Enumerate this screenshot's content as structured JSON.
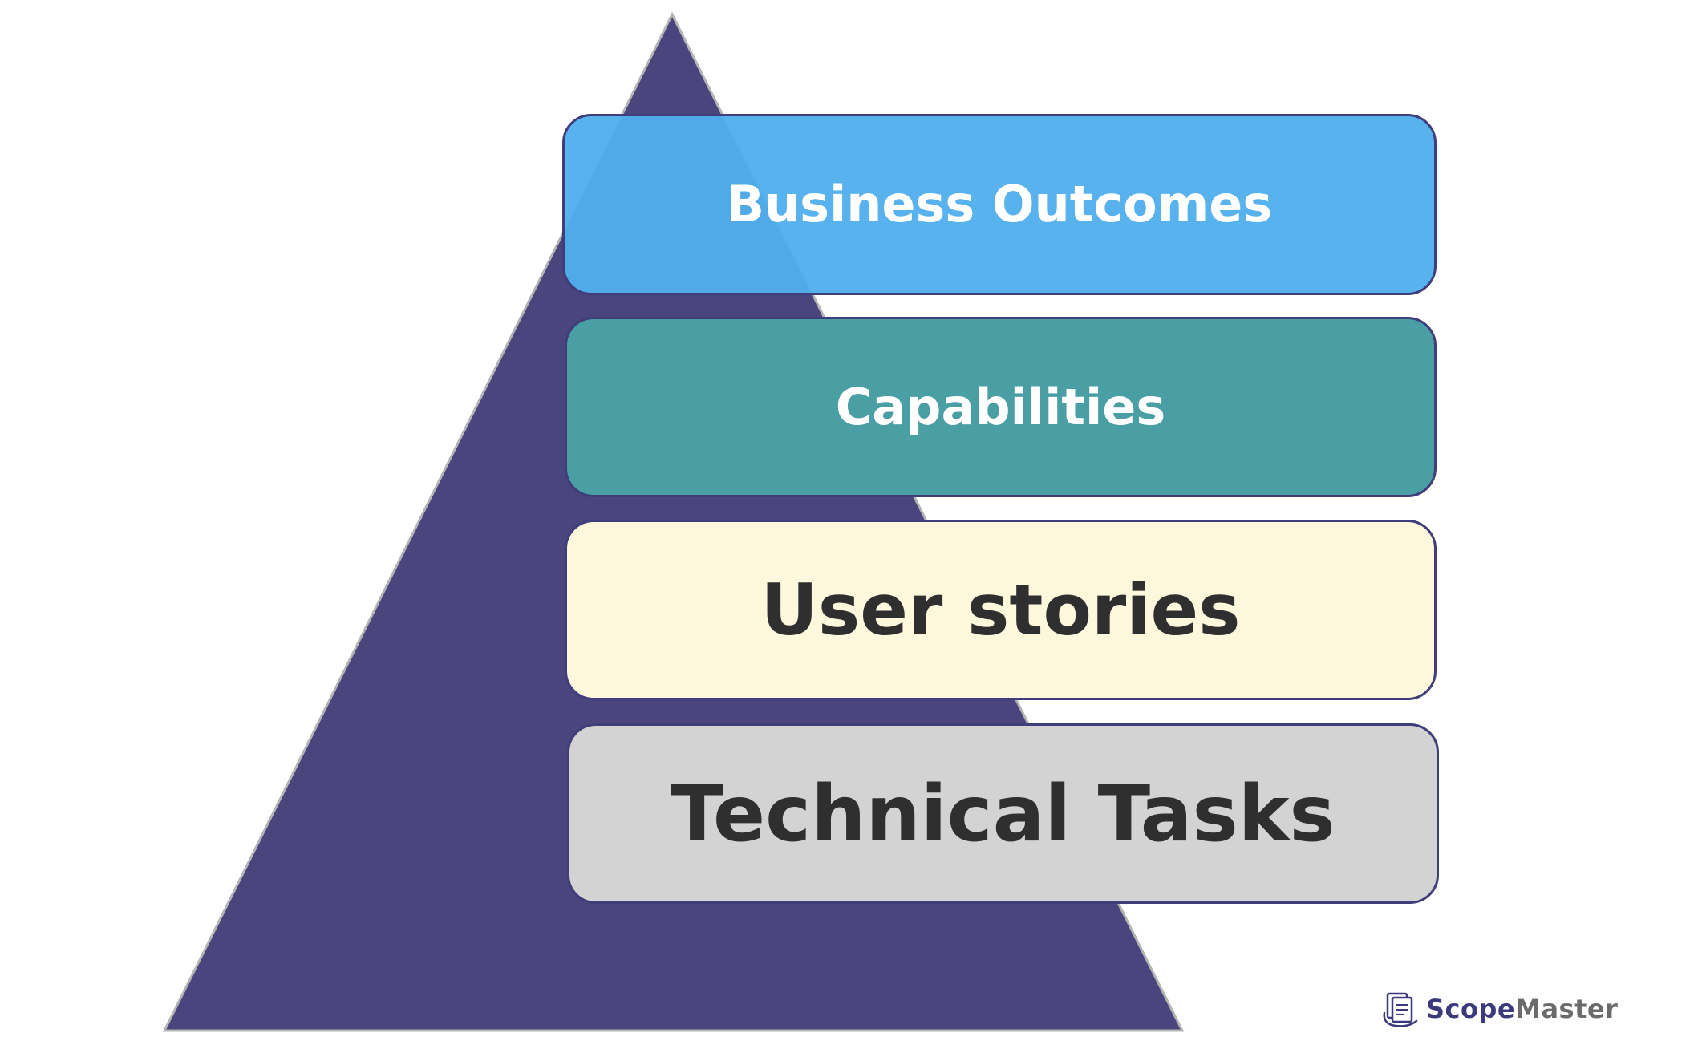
{
  "diagram": {
    "type": "pyramid",
    "pyramid_color": "#4a457d",
    "layers": [
      {
        "label": "Business Outcomes",
        "fill": "#4fafec",
        "text_color": "#ffffff"
      },
      {
        "label": "Capabilities",
        "fill": "#4a9fa4",
        "text_color": "#ffffff"
      },
      {
        "label": "User stories",
        "fill": "#fdf7dc",
        "text_color": "#2f2f2f"
      },
      {
        "label": "Technical Tasks",
        "fill": "#d3d3d3",
        "text_color": "#2f2f2f"
      }
    ],
    "layer_border_color": "#3f3d7a"
  },
  "brand": {
    "name_part_1": "Scope",
    "name_part_2": "Master",
    "icon": "document-stack-icon",
    "color_primary": "#3b3a7a",
    "color_secondary": "#6b6b6b"
  }
}
